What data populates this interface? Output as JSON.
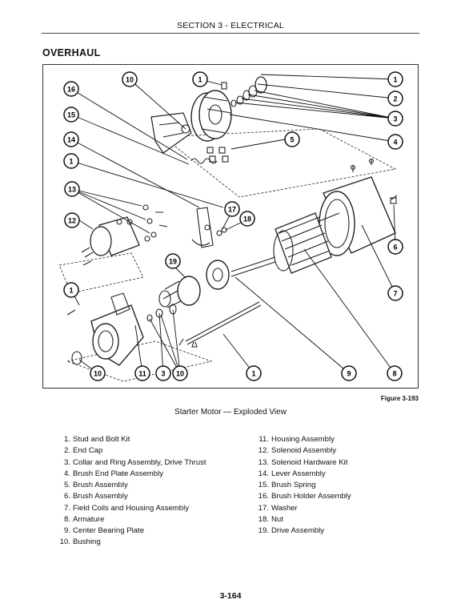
{
  "header": {
    "section": "SECTION 3 - ELECTRICAL"
  },
  "heading": "OVERHAUL",
  "figure": {
    "number": "Figure 3-193",
    "caption": "Starter Motor — Exploded View",
    "callouts": [
      "10",
      "1",
      "16",
      "15",
      "14",
      "1",
      "13",
      "12",
      "1",
      "5",
      "17",
      "18",
      "19",
      "1",
      "2",
      "3",
      "4",
      "6",
      "7",
      "8",
      "9",
      "1",
      "10",
      "3",
      "11",
      "10"
    ]
  },
  "parts_list": {
    "left": [
      {
        "num": "1.",
        "name": "Stud and Bolt Kit"
      },
      {
        "num": "2.",
        "name": "End Cap"
      },
      {
        "num": "3.",
        "name": "Collar and Ring Assembly, Drive Thrust"
      },
      {
        "num": "4.",
        "name": "Brush End Plate Assembly"
      },
      {
        "num": "5.",
        "name": "Brush Assembly"
      },
      {
        "num": "6.",
        "name": "Brush Assembly"
      },
      {
        "num": "7.",
        "name": "Field Coils and Housing Assembly"
      },
      {
        "num": "8.",
        "name": "Armature"
      },
      {
        "num": "9.",
        "name": "Center Bearing Plate"
      },
      {
        "num": "10.",
        "name": "Bushing"
      }
    ],
    "right": [
      {
        "num": "11.",
        "name": "Housing Assembly"
      },
      {
        "num": "12.",
        "name": "Solenoid Assembly"
      },
      {
        "num": "13.",
        "name": "Solenoid Hardware Kit"
      },
      {
        "num": "14.",
        "name": "Lever Assembly"
      },
      {
        "num": "15.",
        "name": "Brush Spring"
      },
      {
        "num": "16.",
        "name": "Brush Holder Assembly"
      },
      {
        "num": "17.",
        "name": "Washer"
      },
      {
        "num": "18.",
        "name": "Nut"
      },
      {
        "num": "19.",
        "name": "Drive Assembly"
      }
    ]
  },
  "page_number": "3-164"
}
